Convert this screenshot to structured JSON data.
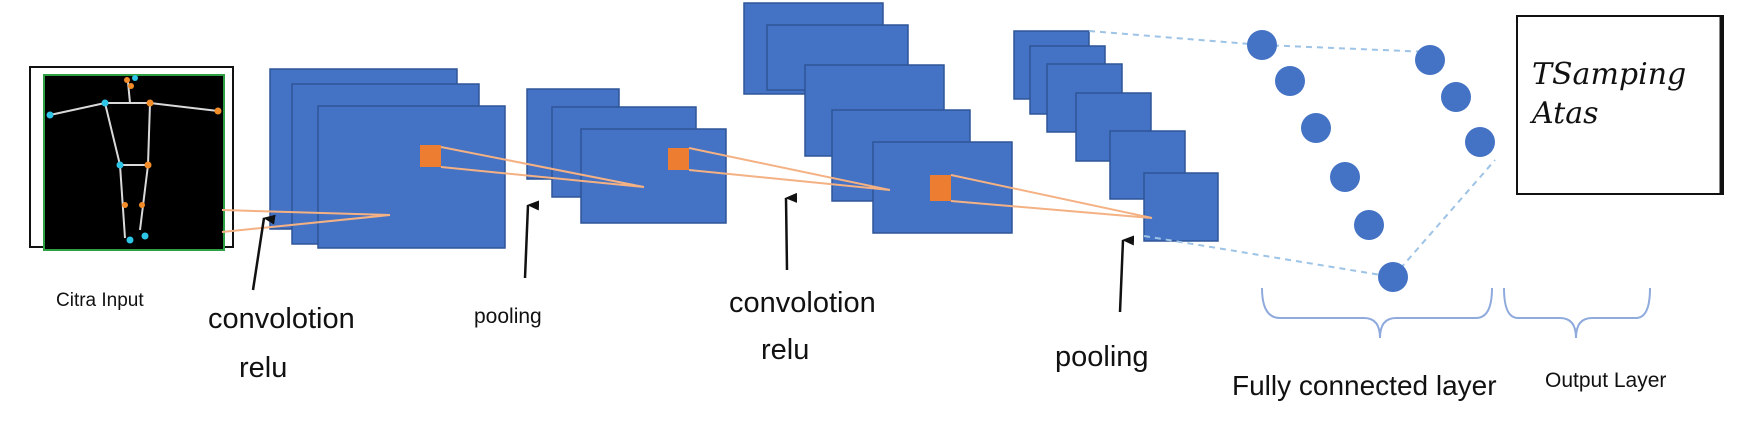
{
  "colors": {
    "block_fill": "#4472C4",
    "block_stroke": "#2F5597",
    "kernel_fill": "#ED7D31",
    "projection_line": "#F4B183",
    "neuron_fill": "#4472C4",
    "dashed_line": "#9DC3E6",
    "brace_color": "#8FAADC",
    "arrow_color": "#111111",
    "image_background": "#000000",
    "image_border": "#2EA043",
    "skeleton_line": "#d9d9d9",
    "joint_cyan": "#2EC5E6",
    "joint_orange": "#F28C28"
  },
  "labels": {
    "citra_input": "Citra Input",
    "conv1_line1": "convolotion",
    "conv1_line2": "relu",
    "pool1": "pooling",
    "conv2_line1": "convolotion",
    "conv2_line2": "relu",
    "pool2": "pooling",
    "fully_connected": "Fully connected layer",
    "output_layer": "Output Layer",
    "output_line1": "TSamping",
    "output_line2": "Atas"
  },
  "icons": {
    "input_image": "skeleton-pose-icon",
    "arrows": "arrow-up-icon"
  }
}
